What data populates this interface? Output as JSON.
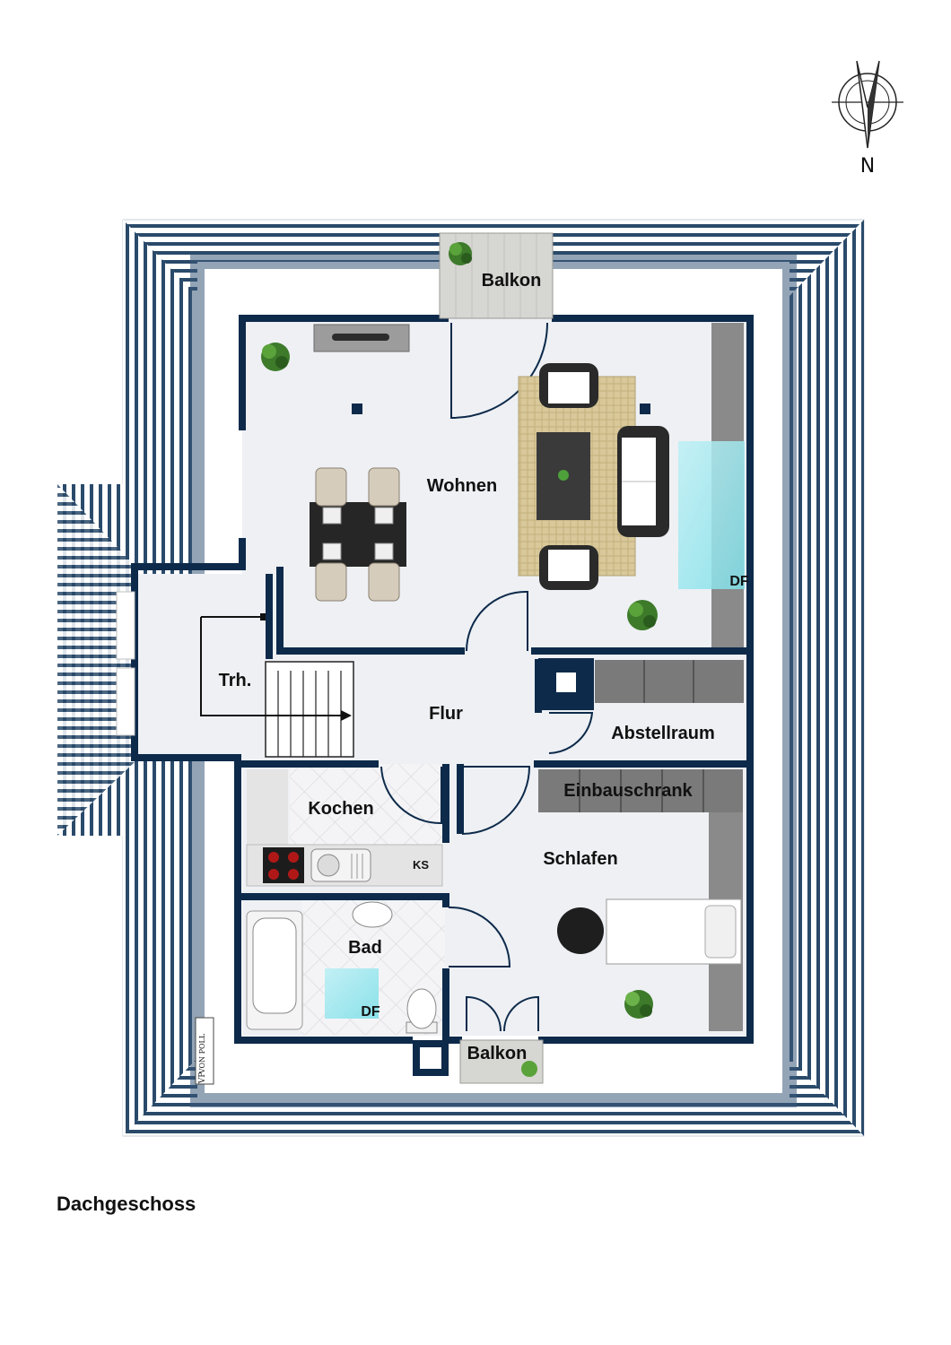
{
  "compass": {
    "label": "N"
  },
  "rooms": {
    "balkon_top": "Balkon",
    "wohnen": "Wohnen",
    "trh": "Trh.",
    "flur": "Flur",
    "abstellraum": "Abstellraum",
    "einbauschrank": "Einbauschrank",
    "kochen": "Kochen",
    "ks": "KS",
    "schlafen": "Schlafen",
    "bad": "Bad",
    "df_bad": "DF",
    "df_wohnen": "DF",
    "balkon_bottom": "Balkon"
  },
  "logo": {
    "brand": "VON POLL",
    "monogram": "VP"
  },
  "caption": "Dachgeschoss",
  "colors": {
    "wall": "#0d2a4a",
    "floor": "#eef0f4",
    "roof_stripe": "#1c3c5c"
  }
}
